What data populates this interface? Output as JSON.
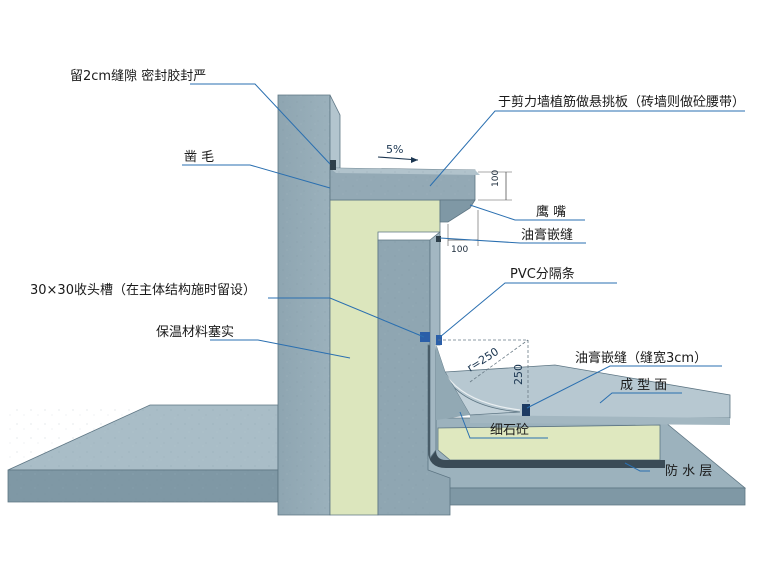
{
  "labels": {
    "gap_seal": "留2cm缝隙 密封胶封严",
    "chiseling": "凿 毛",
    "cantilever_slab": "于剪力墙植筋做悬挑板（砖墙则做砼腰带）",
    "eagle_beak": "鹰 嘴",
    "ointment_joint_top": "油膏嵌缝",
    "pvc_strip": "PVC分隔条",
    "groove": "30×30收头槽（在主体结构施时留设）",
    "insulation": "保温材料塞实",
    "ointment_joint_width": "油膏嵌缝（缝宽3cm）",
    "formed_surface": "成 型 面",
    "fine_concrete": "细石砼",
    "waterproof_layer": "防 水 层"
  },
  "dimensions": {
    "slope": "5%",
    "slab_thickness": "100",
    "beak_width": "100",
    "radius": "r=250",
    "fillet_height": "250"
  },
  "colors": {
    "concrete": "#8fa6b2",
    "concrete_top": "#a8bcc6",
    "insulation": "#dde7be",
    "mortar": "#b9c9d2",
    "waterproof": "#3a4b56",
    "leader": "#2a6fb0"
  }
}
